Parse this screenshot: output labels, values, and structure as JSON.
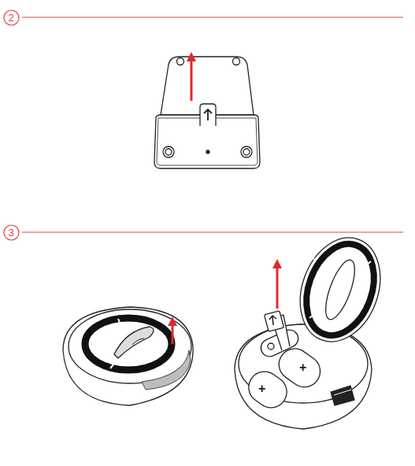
{
  "diagram": {
    "nodes": [
      {
        "text": [
          "2"
        ]
      },
      {
        "text": [
          "3"
        ]
      }
    ],
    "labels": [
      "+",
      "+"
    ]
  }
}
